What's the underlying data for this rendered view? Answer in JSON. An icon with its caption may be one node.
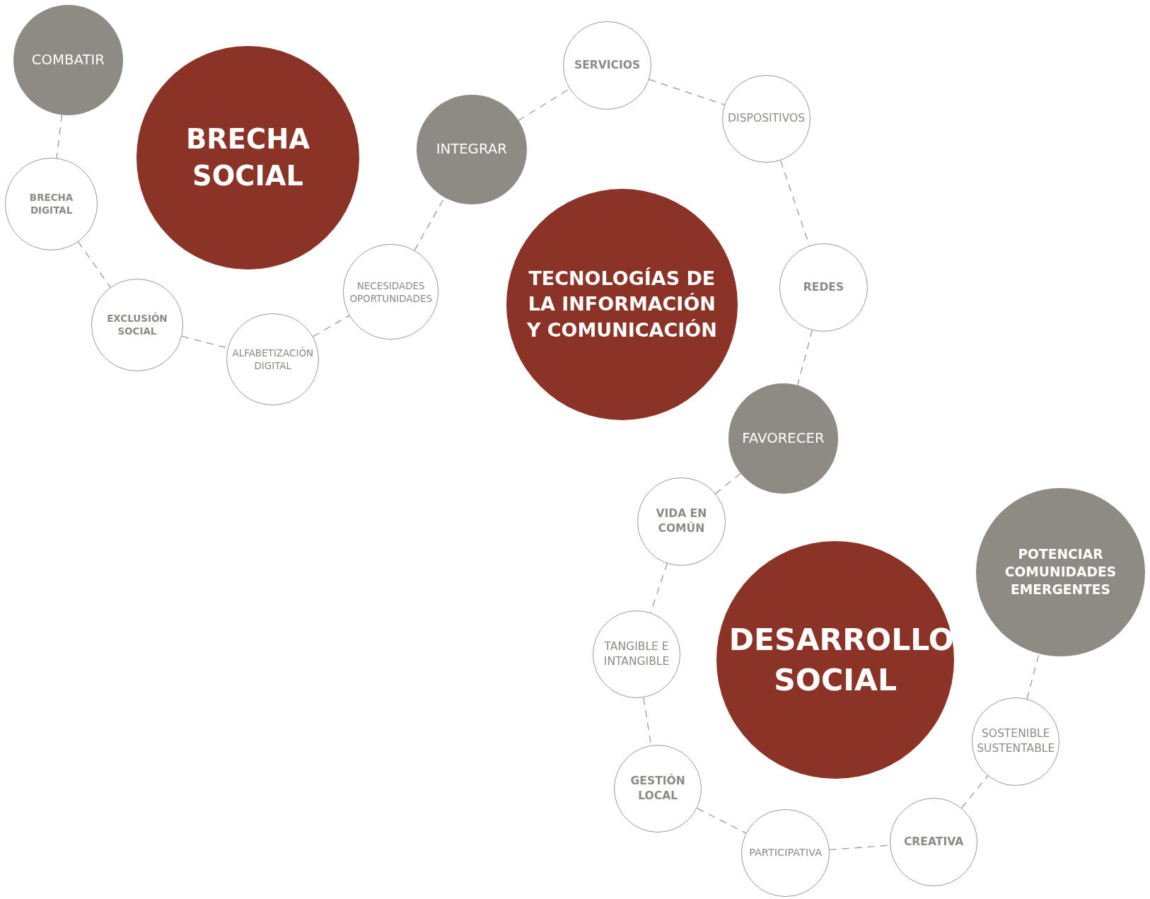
{
  "diagram": {
    "nodes": [
      {
        "text": [
          "COMBATIR"
        ]
      },
      {
        "text": [
          "BRECHA SOCIAL"
        ]
      },
      {
        "text": [
          "BRECHA DIGITAL"
        ]
      },
      {
        "text": [
          "EXCLUSIÓN SOCIAL"
        ]
      },
      {
        "text": [
          "ALFABETIZACIÓN DIGITAL"
        ]
      },
      {
        "text": [
          "NECESIDADES OPORTUNIDADES"
        ]
      },
      {
        "text": [
          "INTEGRAR"
        ]
      },
      {
        "text": [
          "SERVICIOS"
        ]
      },
      {
        "text": [
          "DISPOSITIVOS"
        ]
      },
      {
        "text": [
          "TECNOLOGÍAS DE LA INFORMACIÓN Y COMUNICACIÓN"
        ]
      },
      {
        "text": [
          "REDES"
        ]
      },
      {
        "text": [
          "FAVORECER"
        ]
      },
      {
        "text": [
          "VIDA EN COMÚN"
        ]
      },
      {
        "text": [
          "TANGIBLE E INTANGIBLE"
        ]
      },
      {
        "text": [
          "GESTIÓN LOCAL"
        ]
      },
      {
        "text": [
          "PARTICIPATIVA"
        ]
      },
      {
        "text": [
          "CREATIVA"
        ]
      },
      {
        "text": [
          "SOSTENIBLE SUSTENTABLE"
        ]
      },
      {
        "text": [
          "POTENCIAR COMUNIDADES EMERGENTES"
        ]
      },
      {
        "text": [
          "DESARROLLO SOCIAL"
        ]
      }
    ],
    "edges": [
      {
        "from": 0,
        "to": 2,
        "arrow": "none"
      },
      {
        "from": 2,
        "to": 3,
        "arrow": "none"
      },
      {
        "from": 3,
        "to": 4,
        "arrow": "none"
      },
      {
        "from": 4,
        "to": 5,
        "arrow": "none"
      },
      {
        "from": 5,
        "to": 6,
        "arrow": "none"
      },
      {
        "from": 6,
        "to": 7,
        "arrow": "none"
      },
      {
        "from": 7,
        "to": 8,
        "arrow": "none"
      },
      {
        "from": 8,
        "to": 10,
        "arrow": "none"
      },
      {
        "from": 10,
        "to": 11,
        "arrow": "none"
      },
      {
        "from": 11,
        "to": 12,
        "arrow": "none"
      },
      {
        "from": 12,
        "to": 13,
        "arrow": "none"
      },
      {
        "from": 13,
        "to": 14,
        "arrow": "none"
      },
      {
        "from": 14,
        "to": 15,
        "arrow": "none"
      },
      {
        "from": 15,
        "to": 16,
        "arrow": "none"
      },
      {
        "from": 16,
        "to": 17,
        "arrow": "none"
      },
      {
        "from": 17,
        "to": 18,
        "arrow": "none"
      }
    ]
  }
}
